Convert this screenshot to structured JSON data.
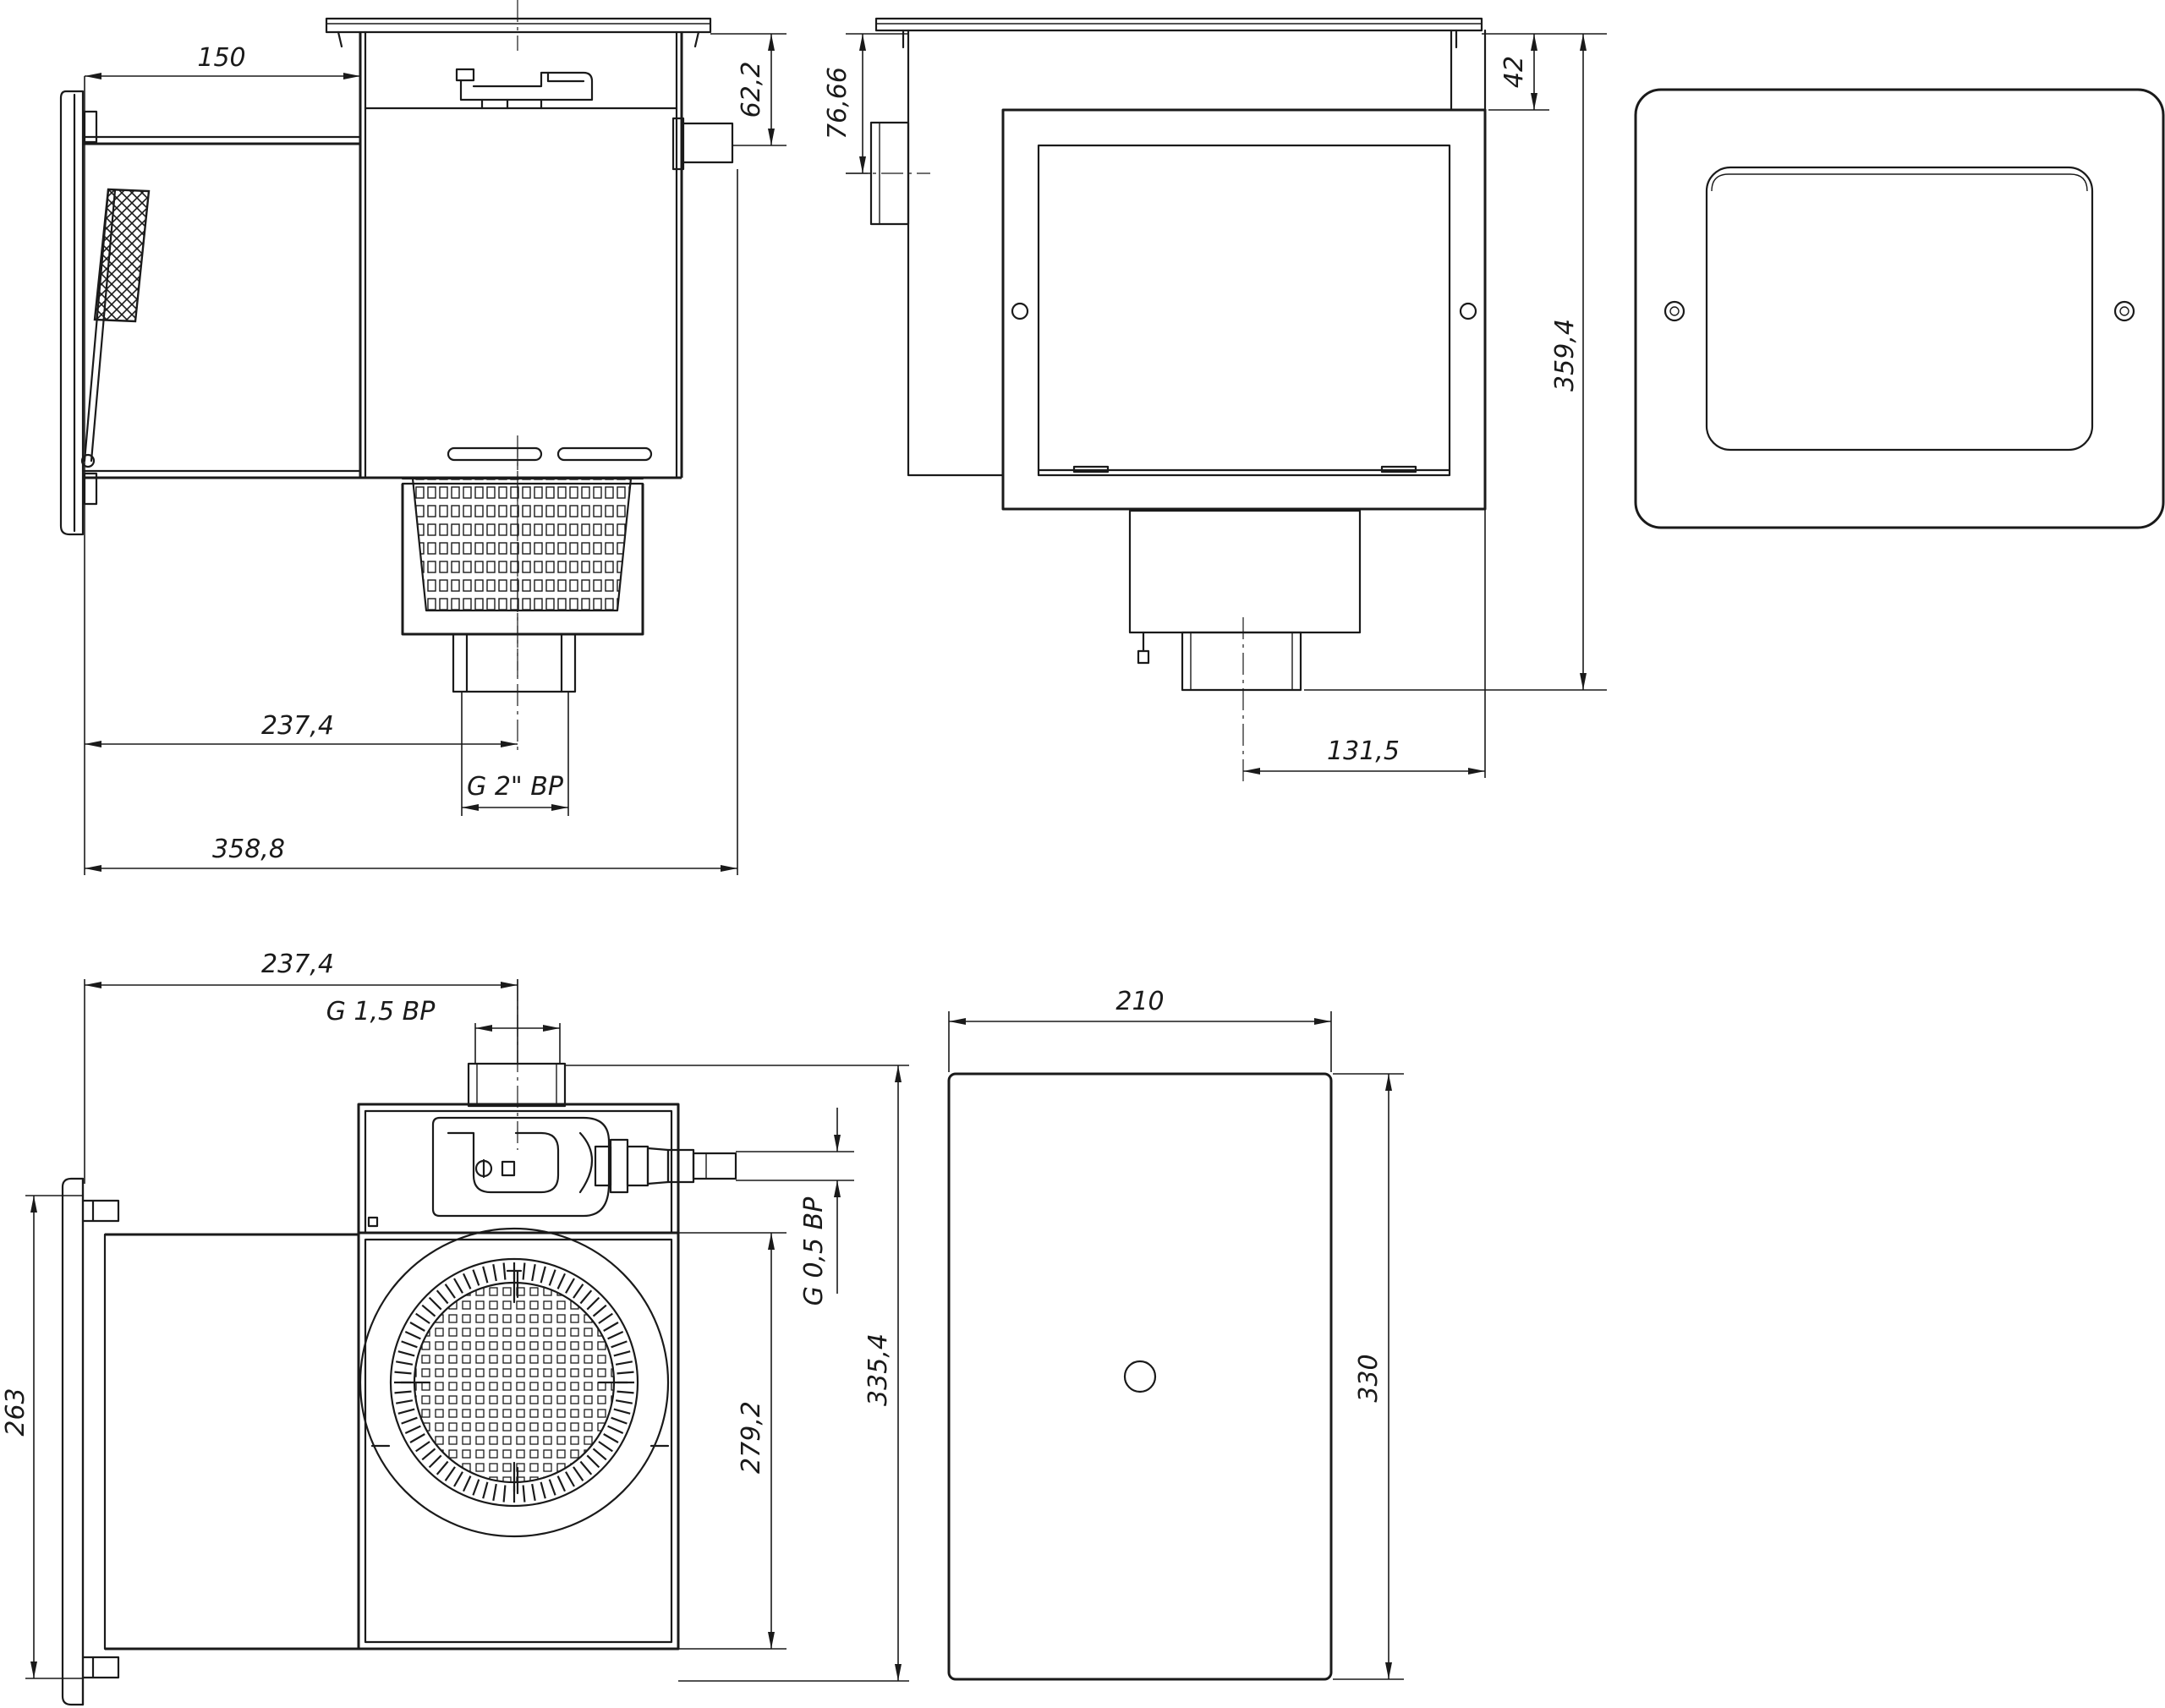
{
  "views": {
    "side_section": {
      "dim_top": "150",
      "dim_right": "62,2",
      "dim_outlet_pos": "237,4",
      "dim_outlet_thread": "G 2\" ВР",
      "dim_overall": "358,8"
    },
    "front": {
      "dim_inlet": "76,66",
      "dim_flange": "42",
      "dim_height": "359,4",
      "dim_outlet_offset": "131,5"
    },
    "plan": {
      "dim_position": "237,4",
      "dim_top_thread": "G 1,5 ВР",
      "dim_side_thread": "G 0,5 ВР",
      "dim_left_height": "263",
      "dim_inner": "279,2",
      "dim_overall": "335,4"
    },
    "lid": {
      "dim_width": "210",
      "dim_height": "330"
    }
  }
}
